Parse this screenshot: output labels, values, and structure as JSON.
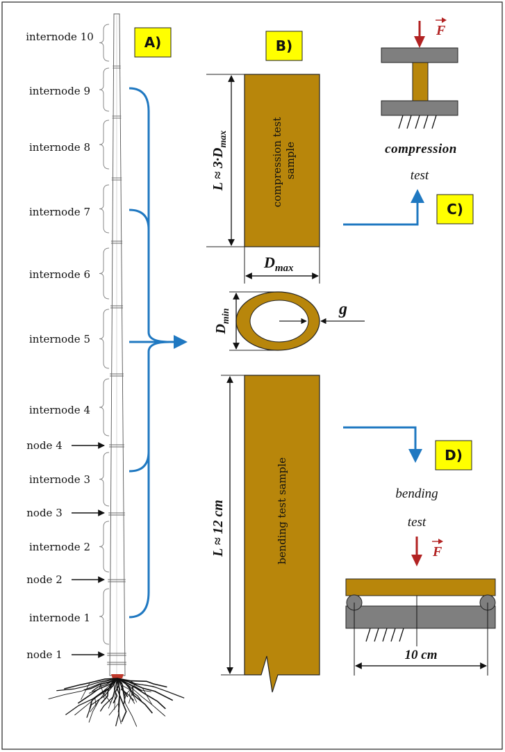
{
  "colors": {
    "bamboo": "#b8860b",
    "arrow_blue": "#1f78c1",
    "force_red": "#b22222",
    "steel_gray": "#7f7f7f",
    "badge_yellow": "#ffff00"
  },
  "panel_labels": {
    "a": "A)",
    "b": "B)",
    "c": "C)",
    "d": "D)"
  },
  "stem_labels": [
    {
      "text": "internode 10",
      "kind": "internode"
    },
    {
      "text": "internode 9",
      "kind": "internode"
    },
    {
      "text": "internode 8",
      "kind": "internode"
    },
    {
      "text": "internode 7",
      "kind": "internode"
    },
    {
      "text": "internode 6",
      "kind": "internode"
    },
    {
      "text": "internode 5",
      "kind": "internode"
    },
    {
      "text": "internode 4",
      "kind": "internode"
    },
    {
      "text": "node 4",
      "kind": "node"
    },
    {
      "text": "internode 3",
      "kind": "internode"
    },
    {
      "text": "node 3",
      "kind": "node"
    },
    {
      "text": "internode 2",
      "kind": "internode"
    },
    {
      "text": "node 2",
      "kind": "node"
    },
    {
      "text": "internode 1",
      "kind": "internode"
    },
    {
      "text": "node 1",
      "kind": "node"
    }
  ],
  "compression_sample": {
    "inner_label": "compression test sample",
    "length_main": "L ≈ 3·D",
    "length_sub": "max",
    "width_main": "D",
    "width_sub": "max"
  },
  "cross_section": {
    "diameter_main": "D",
    "diameter_sub": "min",
    "thickness_label": "g"
  },
  "bending_sample": {
    "inner_label": "bending test sample",
    "length_label": "L ≈ 12 cm"
  },
  "compression_test": {
    "force": "F",
    "caption_line1": "compression",
    "caption_line2": "test"
  },
  "bending_test": {
    "force": "F",
    "caption_line1": "bending",
    "caption_line2": "test",
    "span_label": "10 cm"
  }
}
